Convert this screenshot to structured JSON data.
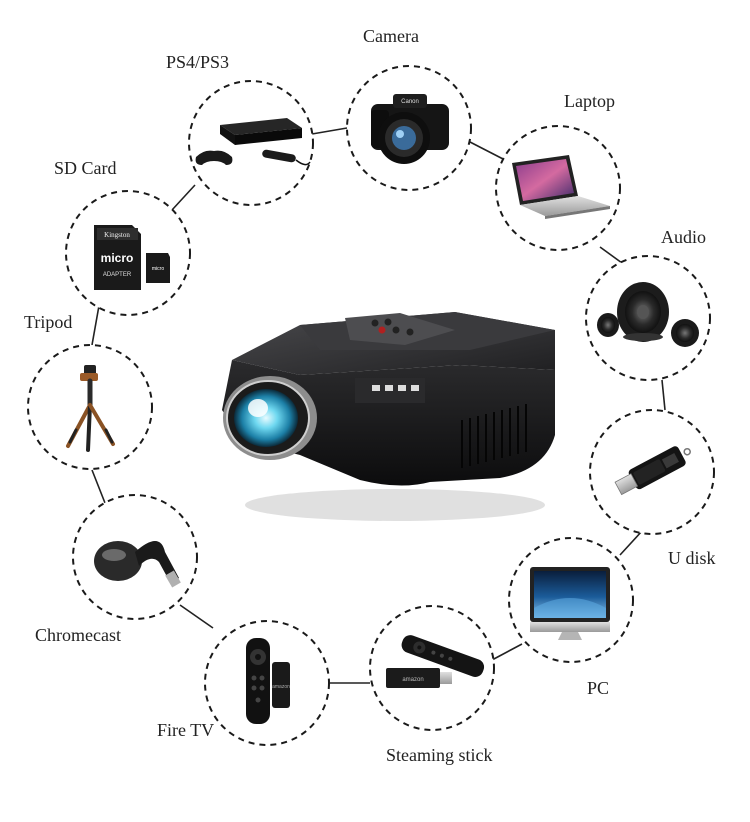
{
  "labels": {
    "camera": "Camera",
    "ps": "PS4/PS3",
    "laptop": "Laptop",
    "sdcard": "SD Card",
    "audio": "Audio",
    "tripod": "Tripod",
    "udisk": "U disk",
    "chromecast": "Chromecast",
    "pc": "PC",
    "firetv": "Fire TV",
    "stick": "Steaming stick"
  },
  "product_text": {
    "sd_brand": "Kingston",
    "sd_big": "micro",
    "sd_small": "micro",
    "sd_adapter": "ADAPTER",
    "camera_brand": "Canon",
    "fire_brand": "amazon",
    "stick_brand": "amazon"
  },
  "colors": {
    "ring": "#1a1a1a",
    "connector": "#222222",
    "projector_body": "#1c1c1e",
    "lens_glow": "#39c6e8"
  },
  "icons": [
    "projector",
    "camera",
    "game-console",
    "laptop",
    "sd-card",
    "speakers",
    "tripod",
    "usb-drive",
    "chromecast",
    "desktop-pc",
    "fire-tv-remote",
    "streaming-stick"
  ]
}
